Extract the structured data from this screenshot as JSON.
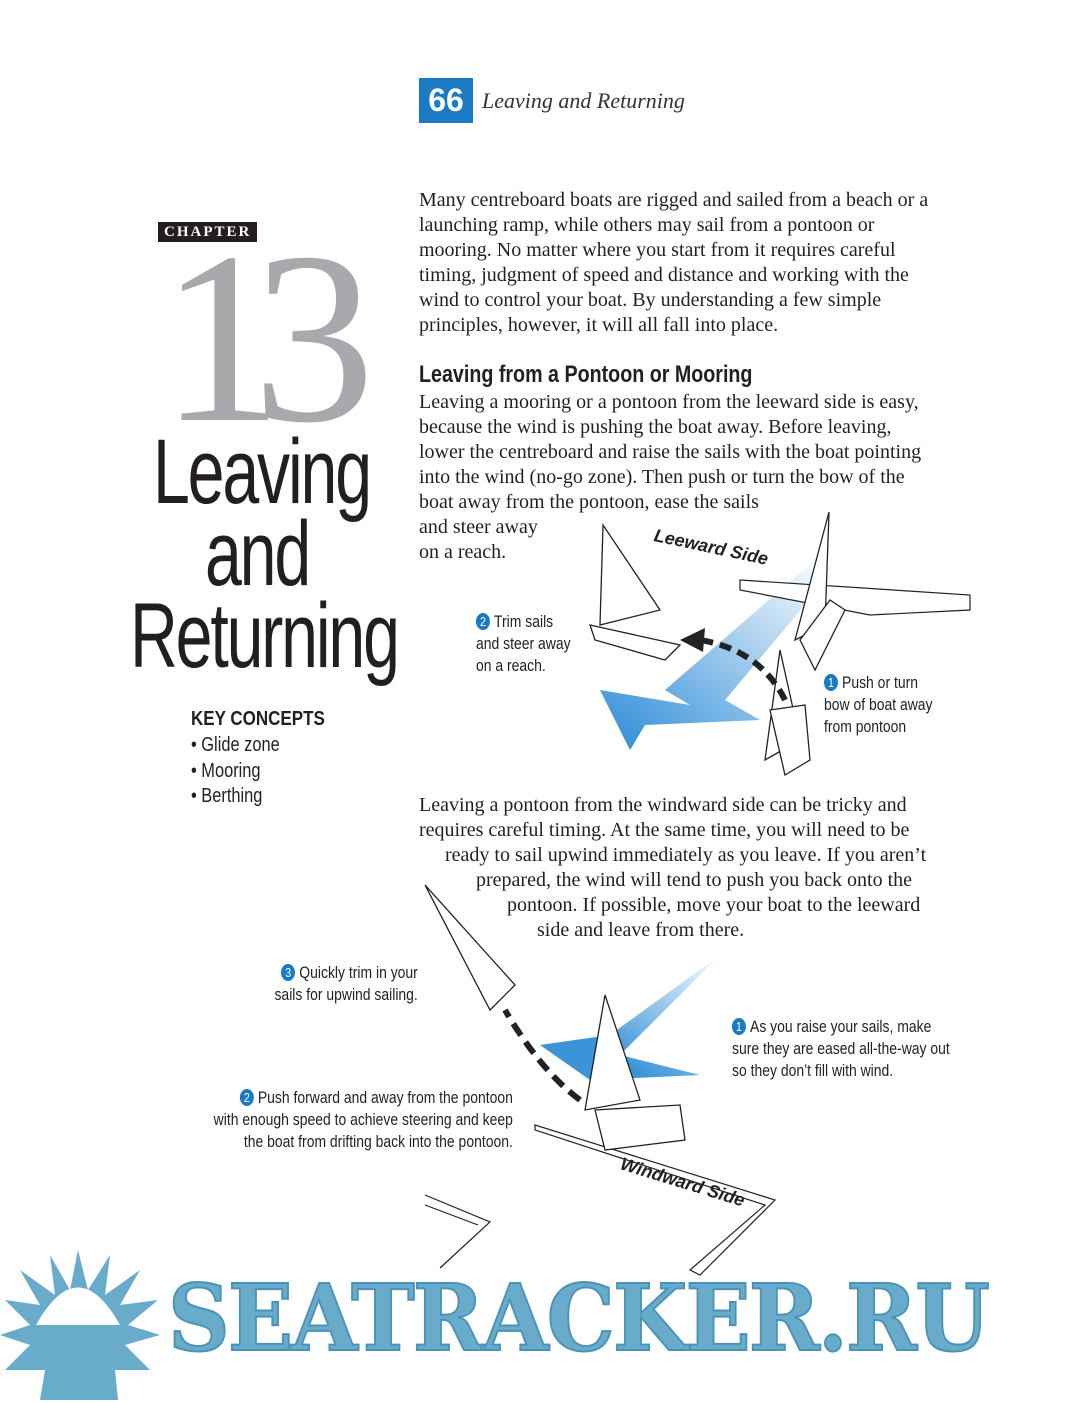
{
  "header": {
    "page_number": "66",
    "running_title": "Leaving and Returning"
  },
  "chapter": {
    "number": "13",
    "label": "CHAPTER",
    "title_lines": [
      "Leaving",
      "and",
      "Returning"
    ]
  },
  "key_concepts": {
    "heading": "KEY CONCEPTS",
    "items": [
      "• Glide zone",
      "• Mooring",
      "• Berthing"
    ]
  },
  "intro_lines": [
    "Many centreboard boats are rigged and sailed from a beach or a",
    "launching ramp, while others may sail from a pontoon or",
    "mooring. No matter where you start from it requires careful",
    "timing, judgment of speed and distance and working with the",
    "wind to control your boat. By understanding a few simple",
    "principles, however, it will all fall into place."
  ],
  "section_heading": "Leaving from a Pontoon or Mooring",
  "leeward_lines": [
    "Leaving a mooring or a pontoon from the leeward side is easy,",
    "because the wind is pushing the boat away. Before leaving,",
    "lower the centreboard and raise the sails with the boat pointing",
    "into the wind (no-go zone). Then push or turn the bow of the",
    "boat away from the pontoon, ease the sails",
    "and steer away",
    "on a reach."
  ],
  "windward_lines": [
    "Leaving a pontoon from the windward side can be tricky and",
    "requires careful timing. At the same time, you will need to be",
    "ready to sail upwind immediately as you leave. If you aren’t",
    "prepared, the wind will tend to push you back onto the",
    "pontoon. If possible, move your boat to the leeward",
    "side and leave from there."
  ],
  "diagram1": {
    "side_label": "Leeward Side",
    "step1": {
      "num": "1",
      "lines": [
        "Push or turn",
        "bow of boat away",
        "from pontoon"
      ]
    },
    "step2": {
      "num": "2",
      "lines": [
        "Trim sails",
        "and steer away",
        "on a reach."
      ]
    }
  },
  "diagram2": {
    "side_label": "Windward Side",
    "step1": {
      "num": "1",
      "lines": [
        "As you raise your sails, make",
        "sure they are eased all-the-way out",
        "so they don’t fill with wind."
      ]
    },
    "step2": {
      "num": "2",
      "lines": [
        "Push forward and away from the pontoon",
        "with enough speed to achieve steering and keep",
        "the boat from drifting back into the pontoon."
      ]
    },
    "step3": {
      "num": "3",
      "lines": [
        "Quickly trim in your",
        "sails for upwind sailing."
      ]
    }
  },
  "watermark": "SEATRACKER.RU",
  "colors": {
    "accent": "#1a7ac4",
    "chapter_gray": "#a7a9ac",
    "watermark": "#68abcb"
  }
}
